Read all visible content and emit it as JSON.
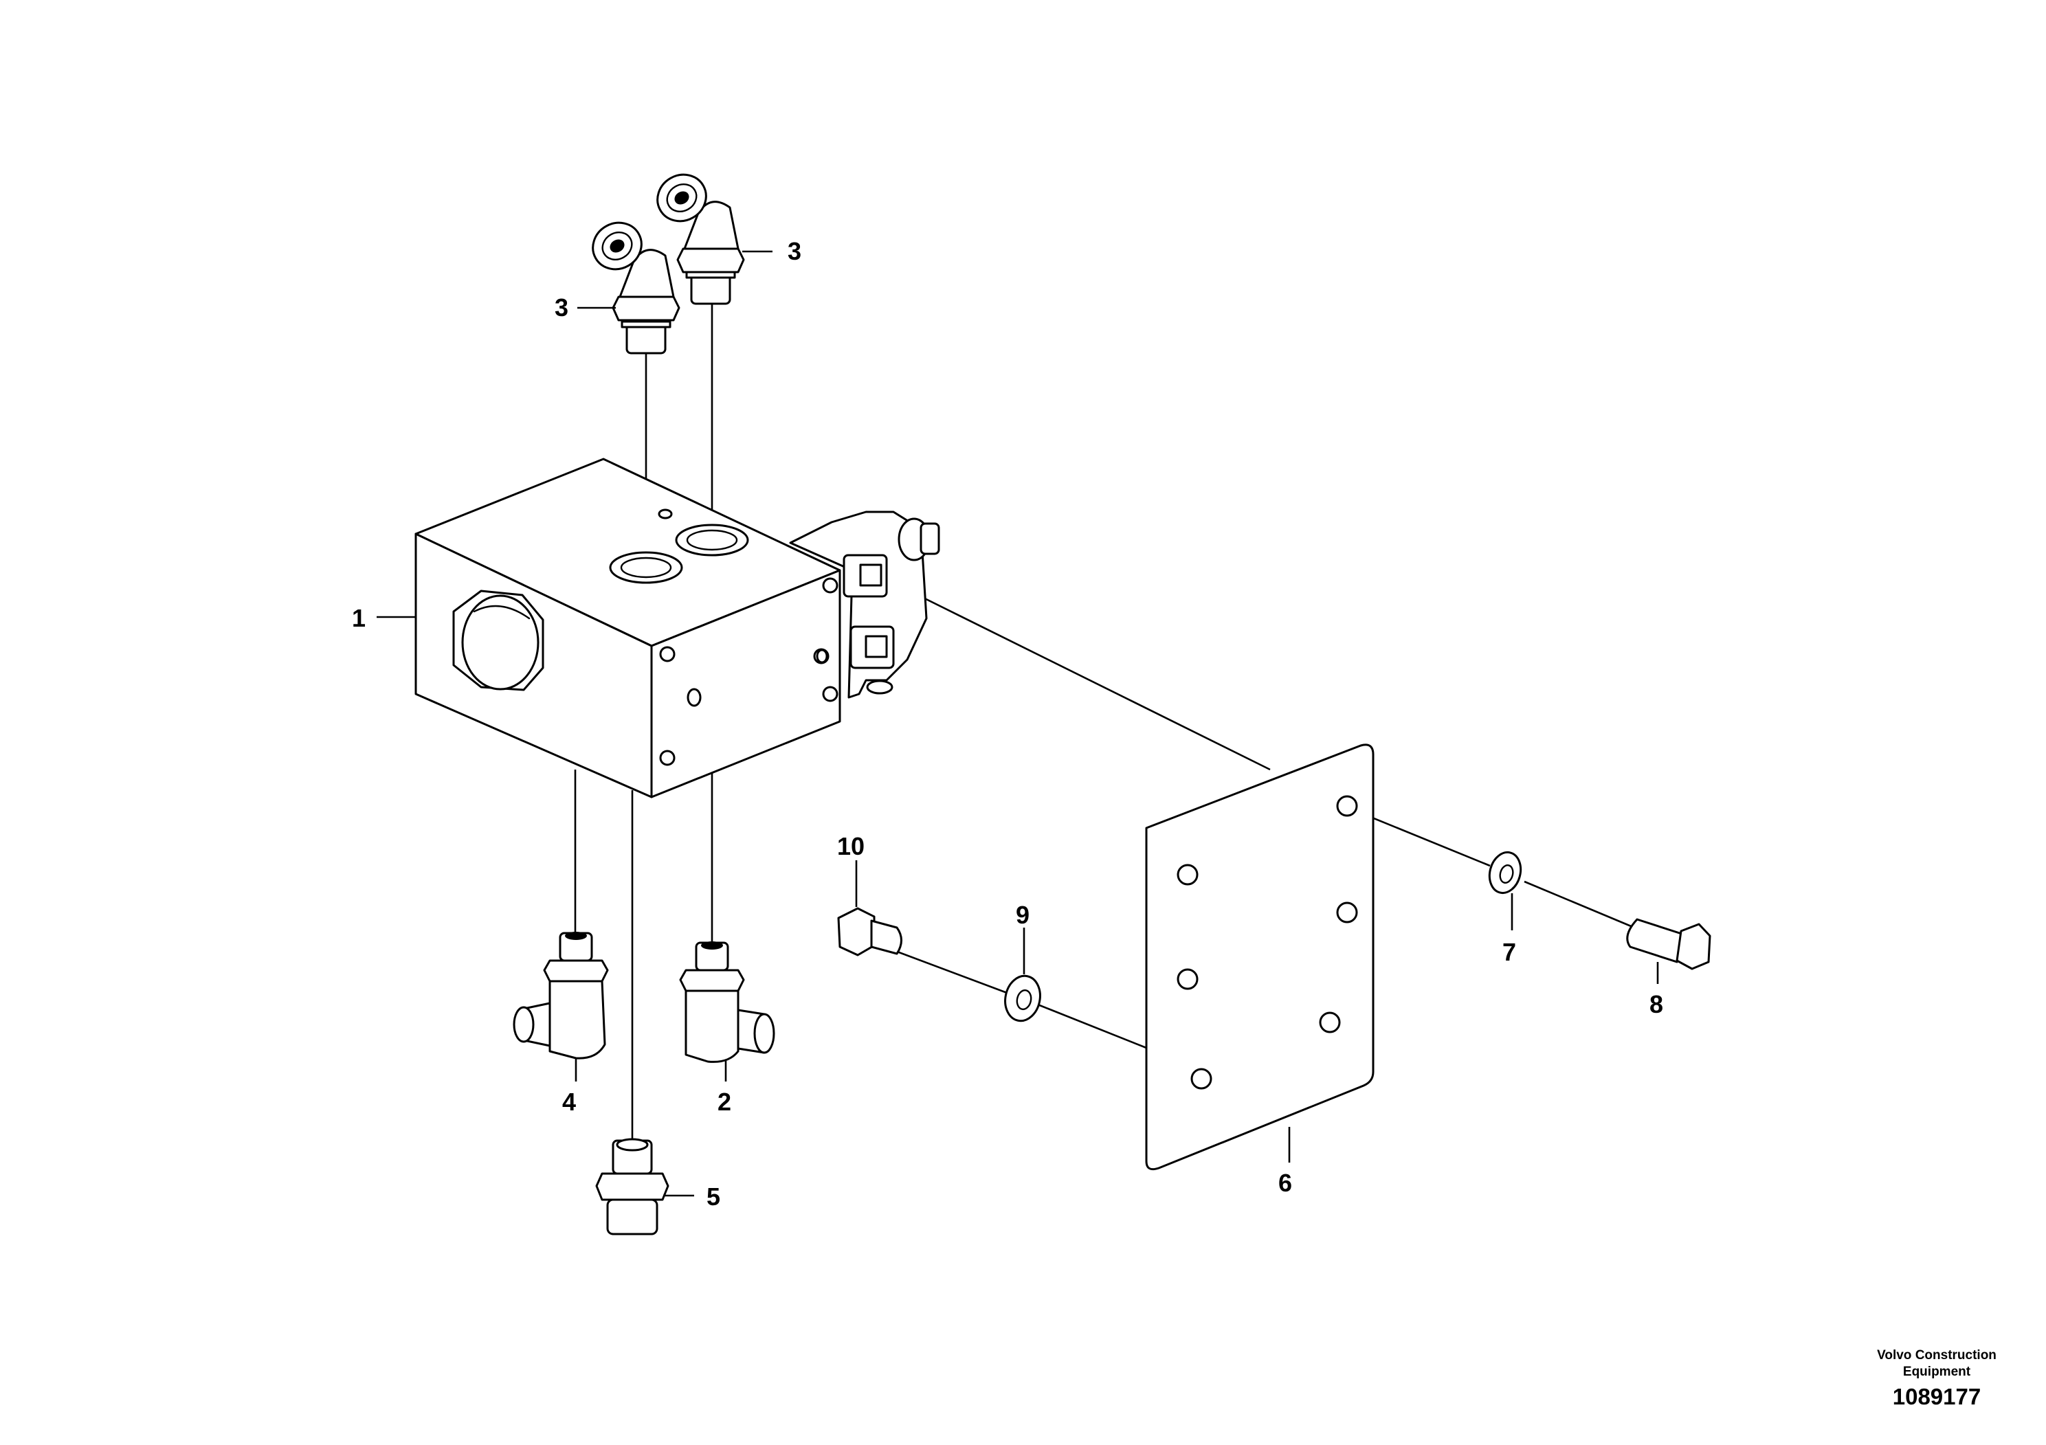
{
  "callouts": {
    "c1": "1",
    "c2": "2",
    "c3a": "3",
    "c3b": "3",
    "c4": "4",
    "c5": "5",
    "c6": "6",
    "c7": "7",
    "c8": "8",
    "c9": "9",
    "c10": "10"
  },
  "footer": {
    "brand_line1": "Volvo Construction",
    "brand_line2": "Equipment",
    "drawing_number": "1089177"
  }
}
